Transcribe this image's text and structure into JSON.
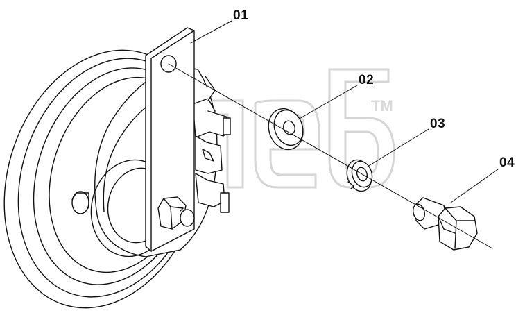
{
  "watermark": {
    "logo_text": "элеб",
    "tm": "TM"
  },
  "callouts": [
    {
      "id": "01",
      "part": "horn"
    },
    {
      "id": "02",
      "part": "flat-washer"
    },
    {
      "id": "03",
      "part": "spring-washer"
    },
    {
      "id": "04",
      "part": "hex-bolt"
    }
  ],
  "colors": {
    "line": "#111111",
    "watermark": "#d9d9d9",
    "background": "#ffffff"
  }
}
